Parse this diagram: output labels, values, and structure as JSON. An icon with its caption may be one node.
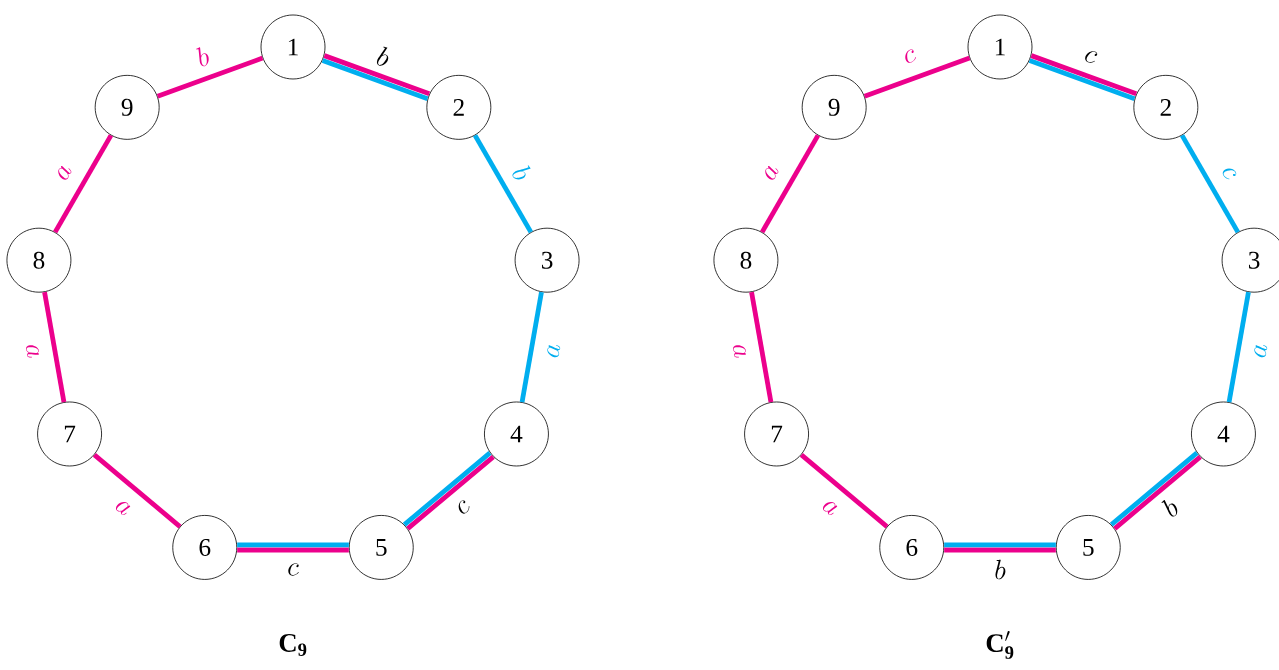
{
  "diagram": {
    "nodes": [
      {
        "text": [
          "1"
        ]
      },
      {
        "text": [
          "2"
        ]
      },
      {
        "text": [
          "3"
        ]
      },
      {
        "text": [
          "4"
        ]
      },
      {
        "text": [
          "5"
        ]
      },
      {
        "text": [
          "6"
        ]
      },
      {
        "text": [
          "7"
        ]
      },
      {
        "text": [
          "8"
        ]
      },
      {
        "text": [
          "9"
        ]
      },
      {
        "text": [
          "1"
        ]
      },
      {
        "text": [
          "2"
        ]
      },
      {
        "text": [
          "3"
        ]
      },
      {
        "text": [
          "4"
        ]
      },
      {
        "text": [
          "5"
        ]
      },
      {
        "text": [
          "6"
        ]
      },
      {
        "text": [
          "7"
        ]
      },
      {
        "text": [
          "8"
        ]
      },
      {
        "text": [
          "9"
        ]
      }
    ],
    "edges": [
      {
        "from": 0,
        "to": 1,
        "arrow": "none",
        "label": "b"
      },
      {
        "from": 0,
        "to": 1,
        "arrow": "none",
        "color": "#00aeef"
      },
      {
        "from": 1,
        "to": 2,
        "arrow": "none",
        "color": "#00aeef",
        "label": "b"
      },
      {
        "from": 2,
        "to": 3,
        "arrow": "none",
        "color": "#00aeef",
        "label": "a"
      },
      {
        "from": 3,
        "to": 4,
        "arrow": "none",
        "label": "c"
      },
      {
        "from": 3,
        "to": 4,
        "arrow": "none",
        "color": "#00aeef"
      },
      {
        "from": 4,
        "to": 5,
        "arrow": "none",
        "label": "c"
      },
      {
        "from": 4,
        "to": 5,
        "arrow": "none",
        "color": "#00aeef"
      },
      {
        "from": 5,
        "to": 6,
        "arrow": "none",
        "label": "a"
      },
      {
        "from": 6,
        "to": 7,
        "arrow": "none",
        "label": "a"
      },
      {
        "from": 7,
        "to": 8,
        "arrow": "none",
        "label": "a"
      },
      {
        "from": 8,
        "to": 0,
        "arrow": "none",
        "label": "b"
      },
      {
        "from": 9,
        "to": 10,
        "arrow": "none",
        "label": "c"
      },
      {
        "from": 9,
        "to": 10,
        "arrow": "none",
        "color": "#00aeef"
      },
      {
        "from": 10,
        "to": 11,
        "arrow": "none",
        "color": "#00aeef",
        "label": "c"
      },
      {
        "from": 11,
        "to": 12,
        "arrow": "none",
        "color": "#00aeef",
        "label": "a"
      },
      {
        "from": 12,
        "to": 13,
        "arrow": "none",
        "label": "b"
      },
      {
        "from": 12,
        "to": 13,
        "arrow": "none",
        "color": "#00aeef"
      },
      {
        "from": 13,
        "to": 14,
        "arrow": "none",
        "label": "b"
      },
      {
        "from": 13,
        "to": 14,
        "arrow": "none",
        "color": "#00aeef"
      },
      {
        "from": 14,
        "to": 15,
        "arrow": "none",
        "label": "a"
      },
      {
        "from": 15,
        "to": 16,
        "arrow": "none",
        "label": "a"
      },
      {
        "from": 16,
        "to": 17,
        "arrow": "none",
        "label": "a"
      },
      {
        "from": 17,
        "to": 9,
        "arrow": "none",
        "label": "c"
      }
    ],
    "labels": [
      "\\mathbf{C_9}",
      "\\mathbf{C'_9}"
    ]
  }
}
